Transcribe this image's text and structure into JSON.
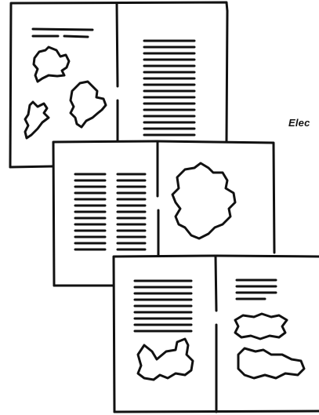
{
  "caption_text": "Elec",
  "colors": {
    "ink": "#111111",
    "paper": "#ffffff"
  },
  "spreads": [
    {
      "name": "spread-top",
      "left_page": [
        "text-lines-short",
        "blob",
        "blob",
        "blob"
      ],
      "right_page": [
        "text-column"
      ]
    },
    {
      "name": "spread-middle",
      "left_page": [
        "text-column",
        "text-column"
      ],
      "right_page": [
        "blob"
      ]
    },
    {
      "name": "spread-bottom",
      "left_page": [
        "text-column",
        "blob"
      ],
      "right_page": [
        "text-lines-short",
        "blob",
        "blob"
      ]
    }
  ]
}
